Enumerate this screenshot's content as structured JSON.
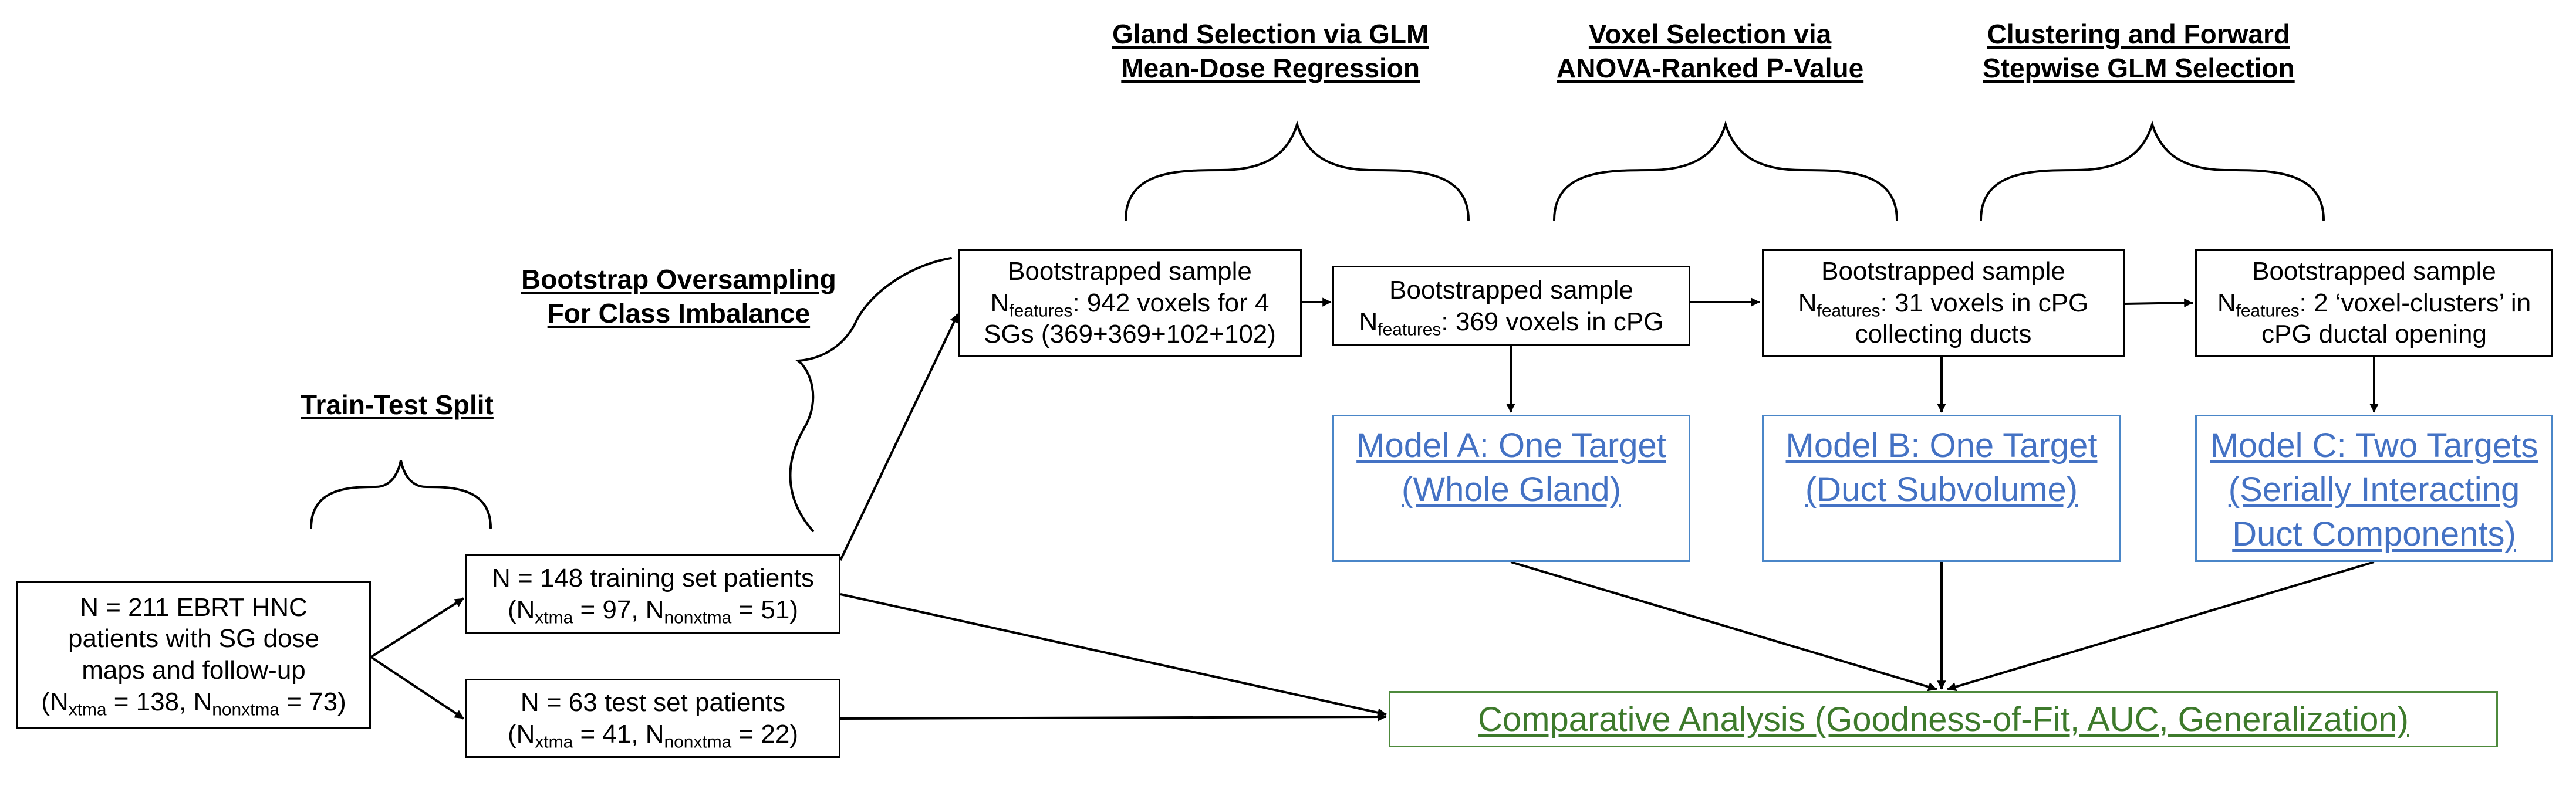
{
  "headings": {
    "train_test": "Train-Test Split",
    "bootstrap_1": "Bootstrap Oversampling",
    "bootstrap_2": "For Class Imbalance",
    "gland_1": "Gland Selection via GLM",
    "gland_2": "Mean-Dose Regression",
    "voxel_1": "Voxel Selection via",
    "voxel_2": "ANOVA-Ranked P-Value",
    "cluster_1": "Clustering and Forward",
    "cluster_2": "Stepwise GLM Selection"
  },
  "cohort": {
    "line1": "N = 211 EBRT HNC",
    "line2": "patients with SG dose",
    "line3": "maps and follow-up",
    "n_open": "(N",
    "xtma_sub": "xtma",
    "xtma_val": " = 138, N",
    "nonxtma_sub": "nonxtma",
    "nonxtma_val": " = 73)"
  },
  "training": {
    "line1": "N = 148 training set patients",
    "n_open": "(N",
    "xtma_sub": "xtma",
    "xtma_val": " = 97, N",
    "nonxtma_sub": "nonxtma",
    "nonxtma_val": " = 51)"
  },
  "test": {
    "line1": "N = 63 test set patients",
    "n_open": "(N",
    "xtma_sub": "xtma",
    "xtma_val": " = 41, N",
    "nonxtma_sub": "nonxtma",
    "nonxtma_val": " = 22)"
  },
  "sample1": {
    "title": "Bootstrapped sample",
    "n": "N",
    "sub": "features",
    "rest": ": 942 voxels for 4",
    "line3": "SGs (369+369+102+102)"
  },
  "sample2": {
    "title": "Bootstrapped sample",
    "n": "N",
    "sub": "features",
    "rest": ": 369 voxels in cPG"
  },
  "sample3": {
    "title": "Bootstrapped sample",
    "n": "N",
    "sub": "features",
    "rest": ": 31 voxels in cPG",
    "line3": "collecting ducts"
  },
  "sample4": {
    "title": "Bootstrapped sample",
    "n": "N",
    "sub": "features",
    "rest": ": 2 ‘voxel-clusters’ in",
    "line3": "cPG ductal opening"
  },
  "model_a": {
    "line1": "Model A: One Target",
    "line2": "(Whole Gland)"
  },
  "model_b": {
    "line1": "Model B: One Target",
    "line2": "(Duct Subvolume)"
  },
  "model_c": {
    "line1": "Model C: Two Targets",
    "line2": "(Serially Interacting",
    "line3": "Duct Components)"
  },
  "analysis": {
    "label": "Comparative Analysis (Goodness-of-Fit, AUC, Generalization)"
  },
  "colors": {
    "model_blue": "#4472c4",
    "analysis_green": "#3d7a2b"
  }
}
